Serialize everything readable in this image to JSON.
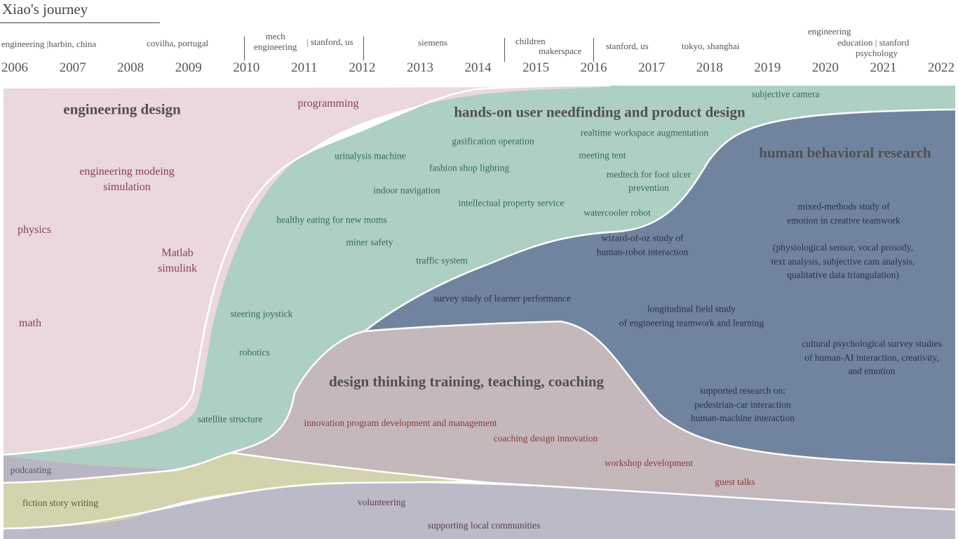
{
  "title": "Xiao's journey",
  "years": [
    "2006",
    "2007",
    "2008",
    "2009",
    "2010",
    "2011",
    "2012",
    "2013",
    "2014",
    "2015",
    "2016",
    "2017",
    "2018",
    "2019",
    "2020",
    "2021",
    "2022"
  ],
  "locations": {
    "harbin": "engineering |harbin, china",
    "covilha": "covilha, portugal",
    "mech": "mech\nengineering",
    "stanford1": "| stanford, us",
    "siemens": "siemens",
    "children": "children",
    "makerspace": "makerspace",
    "stanford2": "stanford, us",
    "tokyo": "tokyo, shanghai",
    "engineering": "engineering",
    "education": "education | stanford",
    "psychology": "psychology"
  },
  "streams": {
    "engineering_design": {
      "title": "engineering design",
      "color": "#ebd7df",
      "items": [
        "programming",
        "engineering modeing\nsimulation",
        "physics",
        "Matlab\nsimulink",
        "math"
      ]
    },
    "hands_on": {
      "title": "hands-on user needfinding and product design",
      "color": "#aecfc3",
      "items": [
        "subjective camera",
        "realtime workspace augmentation",
        "gasification operation",
        "urinalysis machine",
        "meeting tent",
        "fashion shop lighting",
        "medtech for foot ulcer\nprevention",
        "indoor navigation",
        "intellectual property service",
        "watercooler robot",
        "healthy eating for new moms",
        "miner safety",
        "traffic system",
        "steering joystick",
        "robotics",
        "satellite structure"
      ]
    },
    "human_behavioral": {
      "title": "human behavioral research",
      "color": "#71849f",
      "items": [
        "mixed-methods study of\nemotion in creative teamwork",
        "(physiological sensor, vocal prosody,\ntext analysis, subjective cam analysis,\nqualitative data triangulation)",
        "wizard-of-oz study of\nhuman-robot interaction",
        "survey study of learner performance",
        "longitudinal field study\nof engineering teamwork and learning",
        "cultural psychological survey studies\nof human-AI interaction, creativity,\nand emotion",
        "supported research on:\npedestrian-car interaction\nhuman-machine interaction"
      ]
    },
    "design_thinking": {
      "title": "design thinking training, teaching, coaching",
      "color": "#c5b8bb",
      "items": [
        "innovation program development and management",
        "coaching design innovation",
        "workshop development",
        "guest talks"
      ]
    },
    "podcasting": {
      "color": "#b9b6c3",
      "items": [
        "podcasting"
      ]
    },
    "fiction": {
      "color": "#d3d4ae",
      "items": [
        "fiction story writing"
      ]
    },
    "volunteering": {
      "color": "#bcbac7",
      "items": [
        "volunteering",
        "supporting local communities"
      ]
    }
  }
}
